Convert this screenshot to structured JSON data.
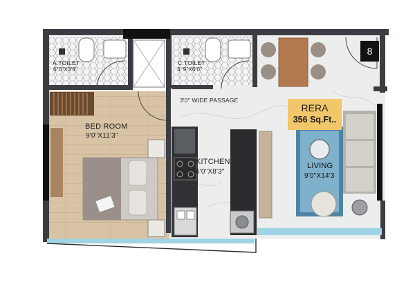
{
  "rooms": {
    "a_toilet": {
      "name": "A.TOILET",
      "dims": "6\"0\"X3'9\""
    },
    "c_toilet": {
      "name": "C.TOILET",
      "dims": "3 '9\"X6'0\""
    },
    "bed_room": {
      "name": "BED ROOM",
      "dims": "9'0\"X11'3\""
    },
    "kitchen": {
      "name": "KITCHEN",
      "dims": "6'0\"X8'3\""
    },
    "living": {
      "name": "LIVING",
      "dims": "9'0\"X14'3"
    }
  },
  "passage": {
    "label": "3'0\" WIDE PASSAGE"
  },
  "rera": {
    "title": "RERA",
    "area": "356 Sq.Ft.."
  },
  "unit": {
    "number": "8"
  },
  "colors": {
    "wall": "#3b3d42",
    "marble": "#eceeed",
    "wood_floor": "#d8c3a5",
    "window_blue": "#9fd3e6",
    "rug_blue": "#4f83a6",
    "badge": "#f2c76a"
  }
}
